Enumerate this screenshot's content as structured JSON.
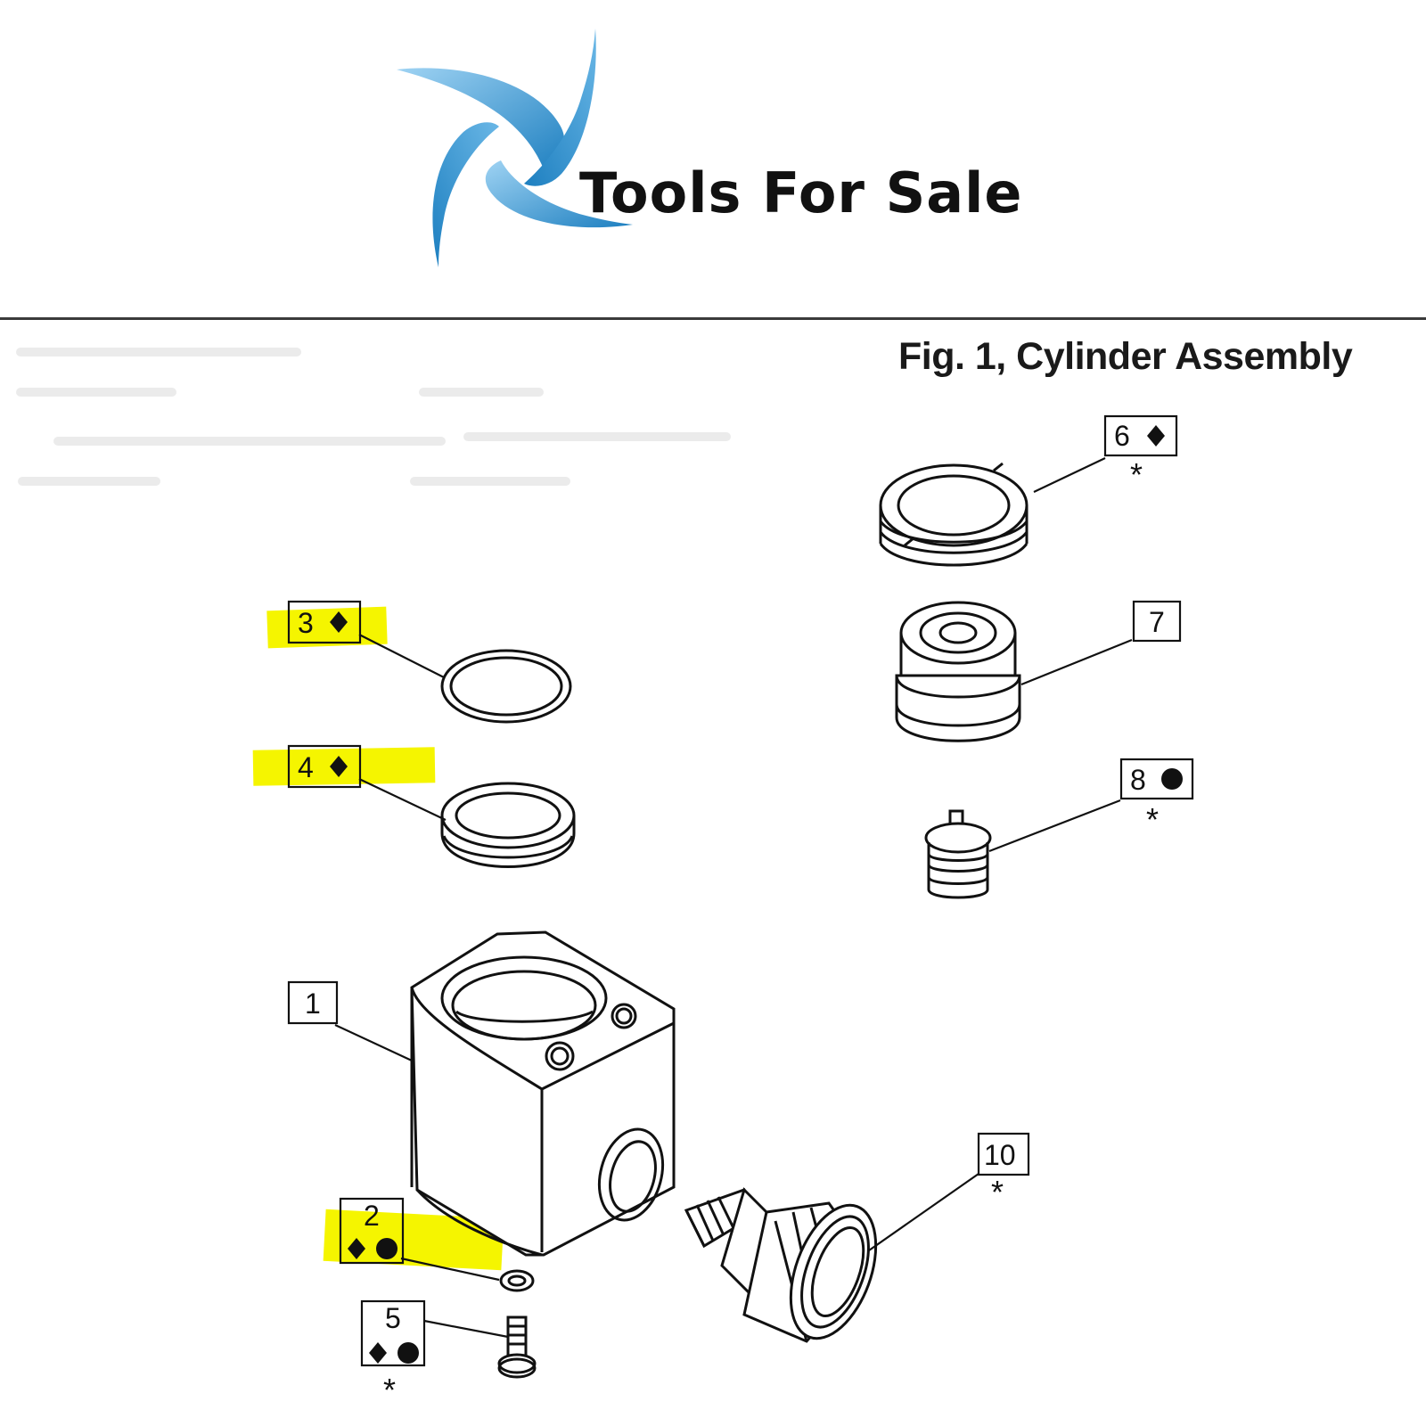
{
  "brand": {
    "name": "Tools For Sale",
    "logo_icon": "swirl-logo-icon",
    "colors": {
      "logo_light": "#6ab7e6",
      "logo_dark": "#1d7fc0"
    }
  },
  "figure": {
    "title": "Fig. 1, Cylinder Assembly"
  },
  "callouts": [
    {
      "number": "1"
    },
    {
      "number": "2"
    },
    {
      "number": "3"
    },
    {
      "number": "4"
    },
    {
      "number": "5"
    },
    {
      "number": "6"
    },
    {
      "number": "7"
    },
    {
      "number": "8"
    },
    {
      "number": "10"
    }
  ],
  "symbols": {
    "asterisk": "*"
  },
  "highlight_color": "#f5f500"
}
